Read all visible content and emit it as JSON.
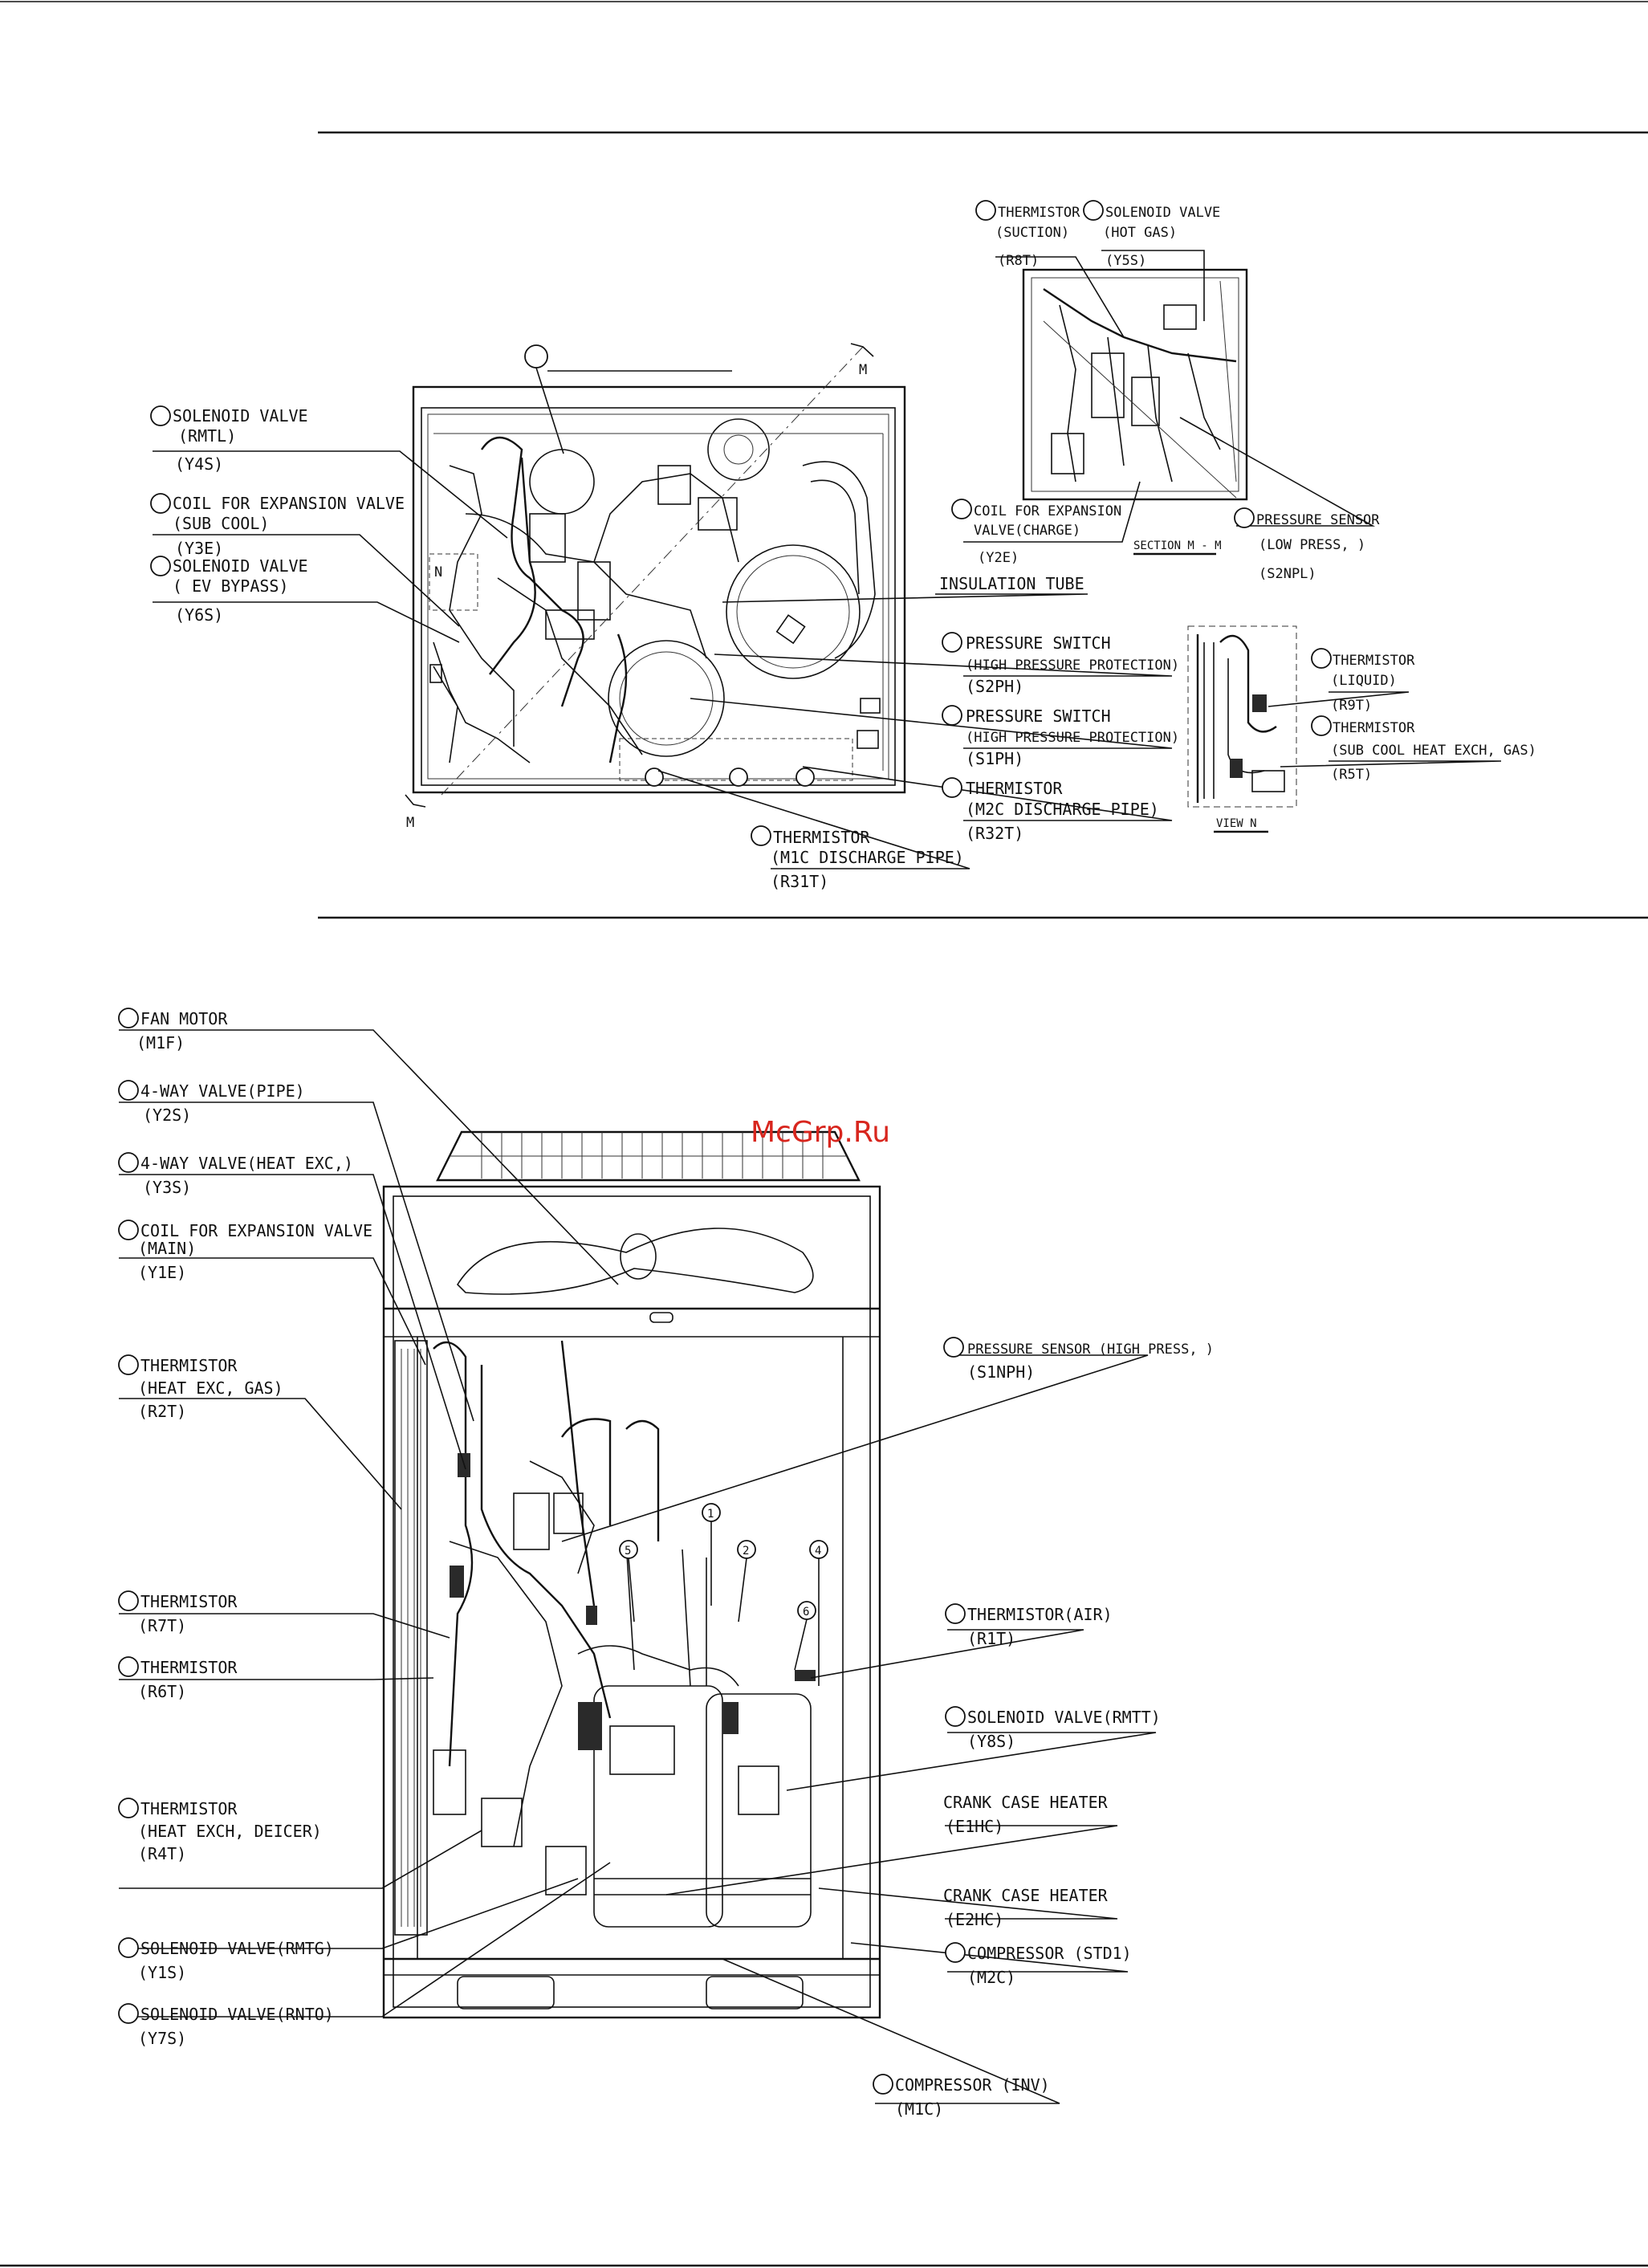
{
  "watermark": "McGrp.Ru",
  "top_view": {
    "section_label": "SECTION M - M",
    "view_label": "VIEW N",
    "marker_M": "M",
    "marker_N": "N",
    "callouts": [
      {
        "id": "solenoid_rmtl",
        "lines": [
          "SOLENOID VALVE",
          "(RMTL)"
        ],
        "code": "(Y4S)"
      },
      {
        "id": "coil_sub_cool",
        "lines": [
          "COIL FOR EXPANSION VALVE",
          "(SUB COOL)"
        ],
        "code": "(Y3E)"
      },
      {
        "id": "solenoid_ev_bypass",
        "lines": [
          "SOLENOID VALVE",
          "( EV BYPASS)"
        ],
        "code": "(Y6S)"
      },
      {
        "id": "thermistor_suction",
        "lines": [
          "THERMISTOR",
          "(SUCTION)"
        ],
        "code": "(R8T)"
      },
      {
        "id": "solenoid_hot_gas",
        "lines": [
          "SOLENOID VALVE",
          "(HOT GAS)"
        ],
        "code": "(Y5S)"
      },
      {
        "id": "coil_charge",
        "lines": [
          "COIL FOR EXPANSION",
          "VALVE(CHARGE)"
        ],
        "code": "(Y2E)"
      },
      {
        "id": "pressure_sensor_low",
        "lines": [
          "PRESSURE SENSOR",
          "(LOW PRESS, )"
        ],
        "code": "(S2NPL)"
      },
      {
        "id": "insulation_tube",
        "lines": [
          "INSULATION TUBE"
        ],
        "code": ""
      },
      {
        "id": "pressure_switch_s2ph",
        "lines": [
          "PRESSURE SWITCH",
          "(HIGH PRESSURE PROTECTION)"
        ],
        "code": "(S2PH)"
      },
      {
        "id": "pressure_switch_s1ph",
        "lines": [
          "PRESSURE SWITCH",
          "(HIGH PRESSURE PROTECTION)"
        ],
        "code": "(S1PH)"
      },
      {
        "id": "thermistor_m2c",
        "lines": [
          "THERMISTOR",
          "(M2C DISCHARGE PIPE)"
        ],
        "code": "(R32T)"
      },
      {
        "id": "thermistor_m1c",
        "lines": [
          "THERMISTOR",
          "(M1C DISCHARGE PIPE)"
        ],
        "code": "(R31T)"
      },
      {
        "id": "thermistor_liquid",
        "lines": [
          "THERMISTOR",
          "(LIQUID)"
        ],
        "code": "(R9T)"
      },
      {
        "id": "thermistor_sub_cool_gas",
        "lines": [
          "THERMISTOR",
          "(SUB COOL HEAT EXCH, GAS)"
        ],
        "code": "(R5T)"
      }
    ]
  },
  "front_view": {
    "numbered_markers": [
      "1",
      "2",
      "4",
      "5",
      "6"
    ],
    "callouts": [
      {
        "id": "fan_motor",
        "lines": [
          "FAN MOTOR"
        ],
        "code": "(M1F)"
      },
      {
        "id": "four_way_pipe",
        "lines": [
          "4-WAY VALVE(PIPE)"
        ],
        "code": "(Y2S)"
      },
      {
        "id": "four_way_heat_exc",
        "lines": [
          "4-WAY VALVE(HEAT EXC,)"
        ],
        "code": "(Y3S)"
      },
      {
        "id": "coil_main",
        "lines": [
          "COIL FOR EXPANSION VALVE",
          "(MAIN)"
        ],
        "code": "(Y1E)"
      },
      {
        "id": "thermistor_heat_exc_gas",
        "lines": [
          "THERMISTOR",
          "(HEAT EXC, GAS)"
        ],
        "code": "(R2T)"
      },
      {
        "id": "thermistor_r7t",
        "lines": [
          "THERMISTOR"
        ],
        "code": "(R7T)"
      },
      {
        "id": "thermistor_r6t",
        "lines": [
          "THERMISTOR"
        ],
        "code": "(R6T)"
      },
      {
        "id": "thermistor_deicer",
        "lines": [
          "THERMISTOR",
          "(HEAT EXCH, DEICER)"
        ],
        "code": "(R4T)"
      },
      {
        "id": "solenoid_rmtg",
        "lines": [
          "SOLENOID VALVE(RMTG)"
        ],
        "code": "(Y1S)"
      },
      {
        "id": "solenoid_rnto",
        "lines": [
          "SOLENOID VALVE(RNTO)"
        ],
        "code": "(Y7S)"
      },
      {
        "id": "pressure_sensor_high",
        "lines": [
          "PRESSURE SENSOR (HIGH PRESS, )"
        ],
        "code": "(S1NPH)"
      },
      {
        "id": "thermistor_air",
        "lines": [
          "THERMISTOR(AIR)"
        ],
        "code": "(R1T)"
      },
      {
        "id": "solenoid_rmtt",
        "lines": [
          "SOLENOID VALVE(RMTT)"
        ],
        "code": "(Y8S)"
      },
      {
        "id": "crank_case_e1hc",
        "lines": [
          "CRANK CASE HEATER"
        ],
        "code": "(E1HC)"
      },
      {
        "id": "crank_case_e2hc",
        "lines": [
          "CRANK CASE HEATER"
        ],
        "code": "(E2HC)"
      },
      {
        "id": "compressor_std1",
        "lines": [
          "COMPRESSOR (STD1)"
        ],
        "code": "(M2C)"
      },
      {
        "id": "compressor_inv",
        "lines": [
          "COMPRESSOR (INV)"
        ],
        "code": "(M1C)"
      }
    ]
  }
}
